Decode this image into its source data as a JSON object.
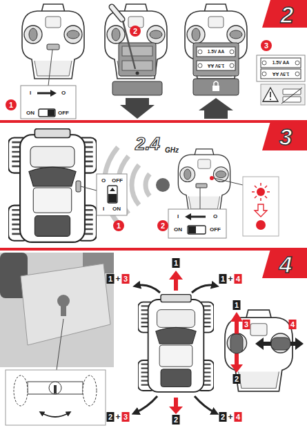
{
  "diagram": {
    "nodes": [
      {
        "text": [
          "2"
        ]
      },
      {
        "text": [
          "3"
        ]
      },
      {
        "text": [
          "4"
        ]
      }
    ],
    "labels": [
      "1",
      "I",
      "O",
      "ON",
      "OFF",
      "2",
      "3",
      "1.5V AA",
      "1.5V AA",
      "1.5V AA",
      "1.5V AA",
      "2.4",
      "GHz",
      "O",
      "OFF",
      "I",
      "ON",
      "1",
      "2",
      "I",
      "O",
      "ON",
      "OFF",
      "1",
      "1",
      "+",
      "3",
      "1",
      "+",
      "4",
      "1",
      "3",
      "4",
      "2",
      "2",
      "+",
      "3",
      "2",
      "2",
      "+",
      "4"
    ]
  }
}
